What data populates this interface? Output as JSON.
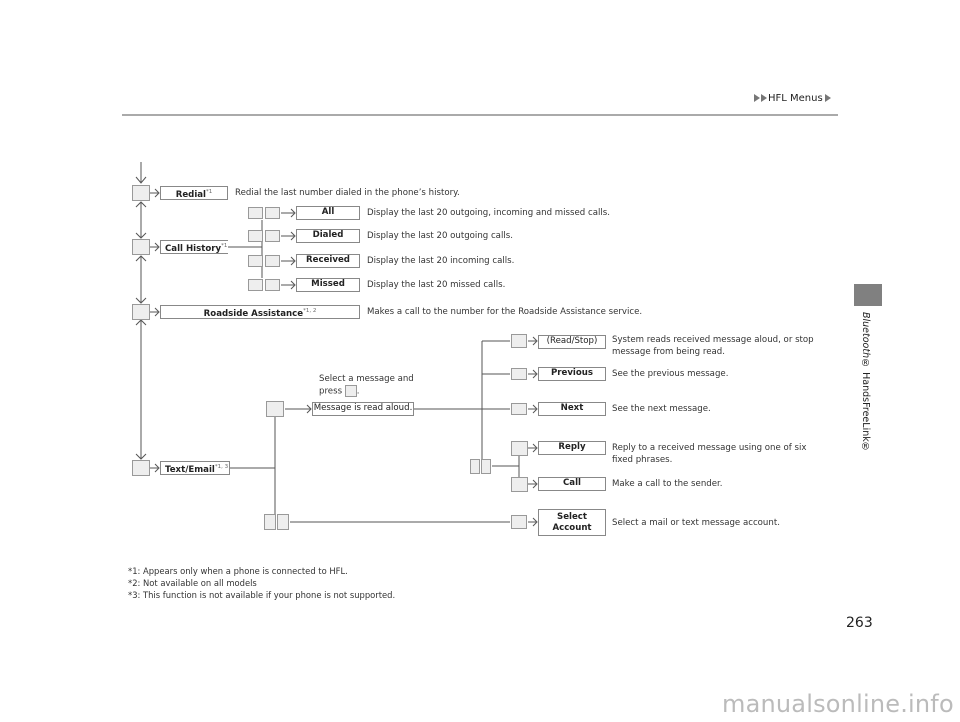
{
  "header": {
    "breadcrumb": "HFL Menus"
  },
  "sidebar": {
    "section_title_italic": "Bluetooth",
    "section_title_rest": "® HandsFreeLink®"
  },
  "page_number": "263",
  "watermark": "manualsonline.info",
  "menu": {
    "redial": {
      "label": "Redial",
      "note": "*1",
      "desc": "Redial the last number dialed in the phone’s history."
    },
    "call_history": {
      "label": "Call History",
      "note": "*1",
      "items": [
        {
          "label": "All",
          "desc": "Display the last 20 outgoing, incoming and missed calls."
        },
        {
          "label": "Dialed",
          "desc": "Display the last 20 outgoing calls."
        },
        {
          "label": "Received",
          "desc": "Display the last 20 incoming calls."
        },
        {
          "label": "Missed",
          "desc": "Display the last 20 missed calls."
        }
      ]
    },
    "roadside": {
      "label": "Roadside Assistance",
      "note": "*1, 2",
      "desc": "Makes a call to the number for the Roadside Assistance service."
    },
    "text_email": {
      "label": "Text/Email",
      "note": "*1, 3",
      "select_hint_line1": "Select a message and",
      "select_hint_line2": "press",
      "select_hint_end": ".",
      "read_aloud": "Message is read aloud.",
      "read_stop": {
        "label": "(Read/Stop)",
        "desc_line1": "System reads received message aloud, or stop",
        "desc_line2": "message from being read."
      },
      "previous": {
        "label": "Previous",
        "desc": "See the previous message."
      },
      "next": {
        "label": "Next",
        "desc": "See the next message."
      },
      "reply": {
        "label": "Reply",
        "desc_line1": "Reply to a received message using one of six",
        "desc_line2": "fixed phrases."
      },
      "call": {
        "label": "Call",
        "desc": "Make a call to the sender."
      },
      "select_account": {
        "label_line1": "Select",
        "label_line2": "Account",
        "desc": "Select a mail or text message account."
      }
    }
  },
  "footnotes": [
    "*1: Appears only when a phone is connected to HFL.",
    "*2: Not available on all models",
    "*3: This function is not available if your phone is not supported."
  ]
}
